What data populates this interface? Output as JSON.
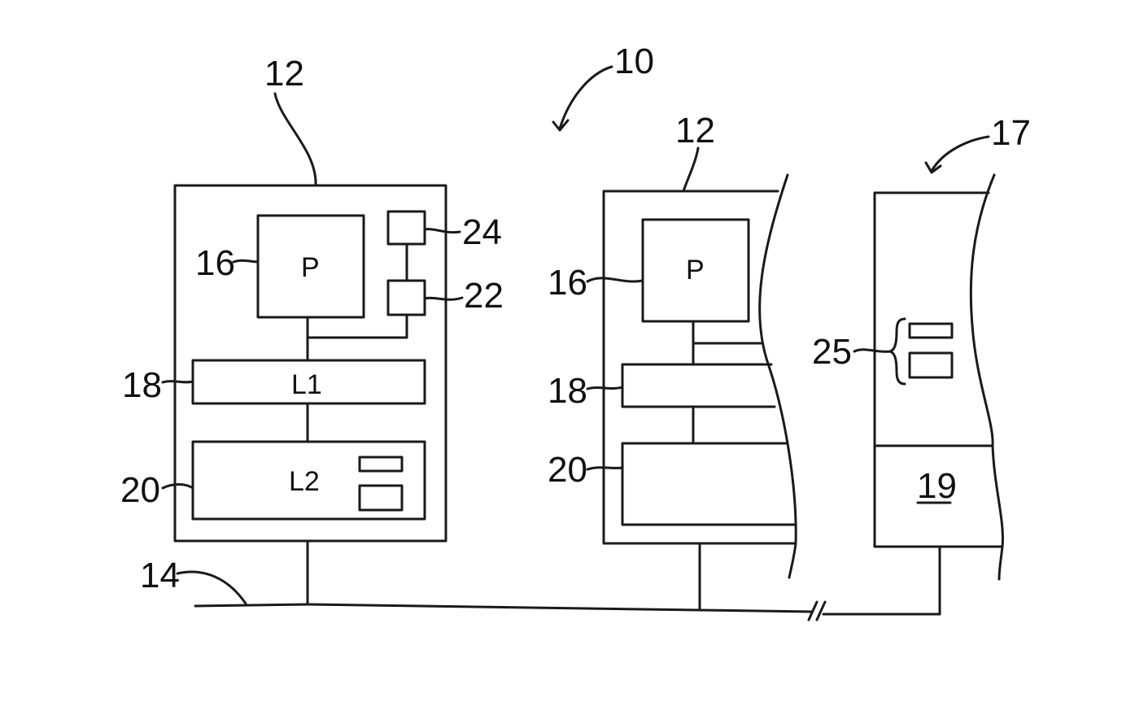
{
  "figure": {
    "system_label": "10",
    "remote_label": "17",
    "bus_label": "14",
    "left_node": {
      "node_label": "12",
      "processor_label": "16",
      "processor_text": "P",
      "l1_label": "18",
      "l1_text": "L1",
      "l2_label": "20",
      "l2_text": "L2",
      "box24_label": "24",
      "box22_label": "22"
    },
    "middle_node": {
      "node_label": "12",
      "processor_label": "16",
      "processor_text": "P",
      "l1_label": "18",
      "l2_label": "20"
    },
    "remote_node": {
      "group_label": "25",
      "block_label": "19"
    }
  }
}
